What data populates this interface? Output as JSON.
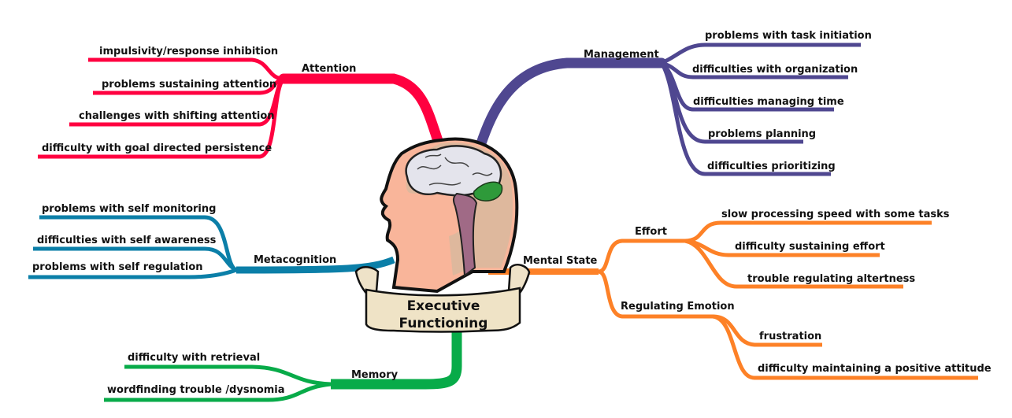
{
  "central": {
    "title_line1": "Executive",
    "title_line2": "Functioning",
    "image": "head-brain-icon"
  },
  "colors": {
    "attention": "#ff0040",
    "management": "#4f4790",
    "metacognition": "#0b7fa8",
    "mental_state": "#fd8127",
    "memory": "#08ab49"
  },
  "branches": {
    "attention": {
      "label": "Attention",
      "children": [
        "impulsivity/response inhibition",
        "problems sustaining attention",
        "challenges with shifting attention",
        "difficulty with goal directed persistence"
      ]
    },
    "management": {
      "label": "Management",
      "children": [
        "problems with task initiation",
        "difficulties with organization",
        "difficulties managing time",
        "problems planning",
        "difficulties prioritizing"
      ]
    },
    "metacognition": {
      "label": "Metacognition",
      "children": [
        "problems with self monitoring",
        "difficulties with self awareness",
        "problems with self regulation"
      ]
    },
    "mental_state": {
      "label": "Mental State",
      "effort": {
        "label": "Effort",
        "children": [
          "slow processing speed with some tasks",
          "difficulty sustaining effort",
          "trouble regulating altertness"
        ]
      },
      "emotion": {
        "label": "Regulating Emotion",
        "children": [
          "frustration",
          "difficulty maintaining a positive attitude"
        ]
      }
    },
    "memory": {
      "label": "Memory",
      "children": [
        "difficulty with retrieval",
        "wordfinding trouble /dysnomia"
      ]
    }
  }
}
